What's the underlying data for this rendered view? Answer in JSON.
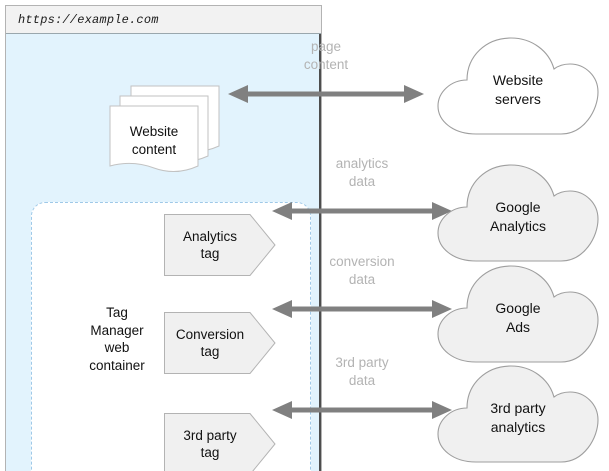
{
  "browser": {
    "url": "https://example.com"
  },
  "page": {
    "website_content": "Website\ncontent"
  },
  "tag_container": {
    "label": "Tag\nManager\nweb\ncontainer",
    "tags": [
      {
        "name": "analytics-tag",
        "label": "Analytics\ntag"
      },
      {
        "name": "conversion-tag",
        "label": "Conversion\ntag"
      },
      {
        "name": "third-party-tag",
        "label": "3rd party\ntag"
      }
    ]
  },
  "connectors": [
    {
      "name": "page-content-connector",
      "label": "page\ncontent"
    },
    {
      "name": "analytics-data-connector",
      "label": "analytics\ndata"
    },
    {
      "name": "conversion-data-connector",
      "label": "conversion\ndata"
    },
    {
      "name": "third-party-data-connector",
      "label": "3rd party\ndata"
    }
  ],
  "clouds": [
    {
      "name": "website-servers-cloud",
      "label": "Website\nservers",
      "fill": "#ffffff"
    },
    {
      "name": "google-analytics-cloud",
      "label": "Google\nAnalytics",
      "fill": "#f0f0f0"
    },
    {
      "name": "google-ads-cloud",
      "label": "Google\nAds",
      "fill": "#f0f0f0"
    },
    {
      "name": "third-party-analytics-cloud",
      "label": "3rd party\nanalytics",
      "fill": "#f0f0f0"
    }
  ],
  "colors": {
    "browser_chrome": "#f2f2f2",
    "page_background": "#e2f3fd",
    "container_border": "#9fc9e8",
    "arrow": "#808080",
    "arrow_label": "#b3b3b3",
    "tag_fill": "#f0f0f0"
  }
}
